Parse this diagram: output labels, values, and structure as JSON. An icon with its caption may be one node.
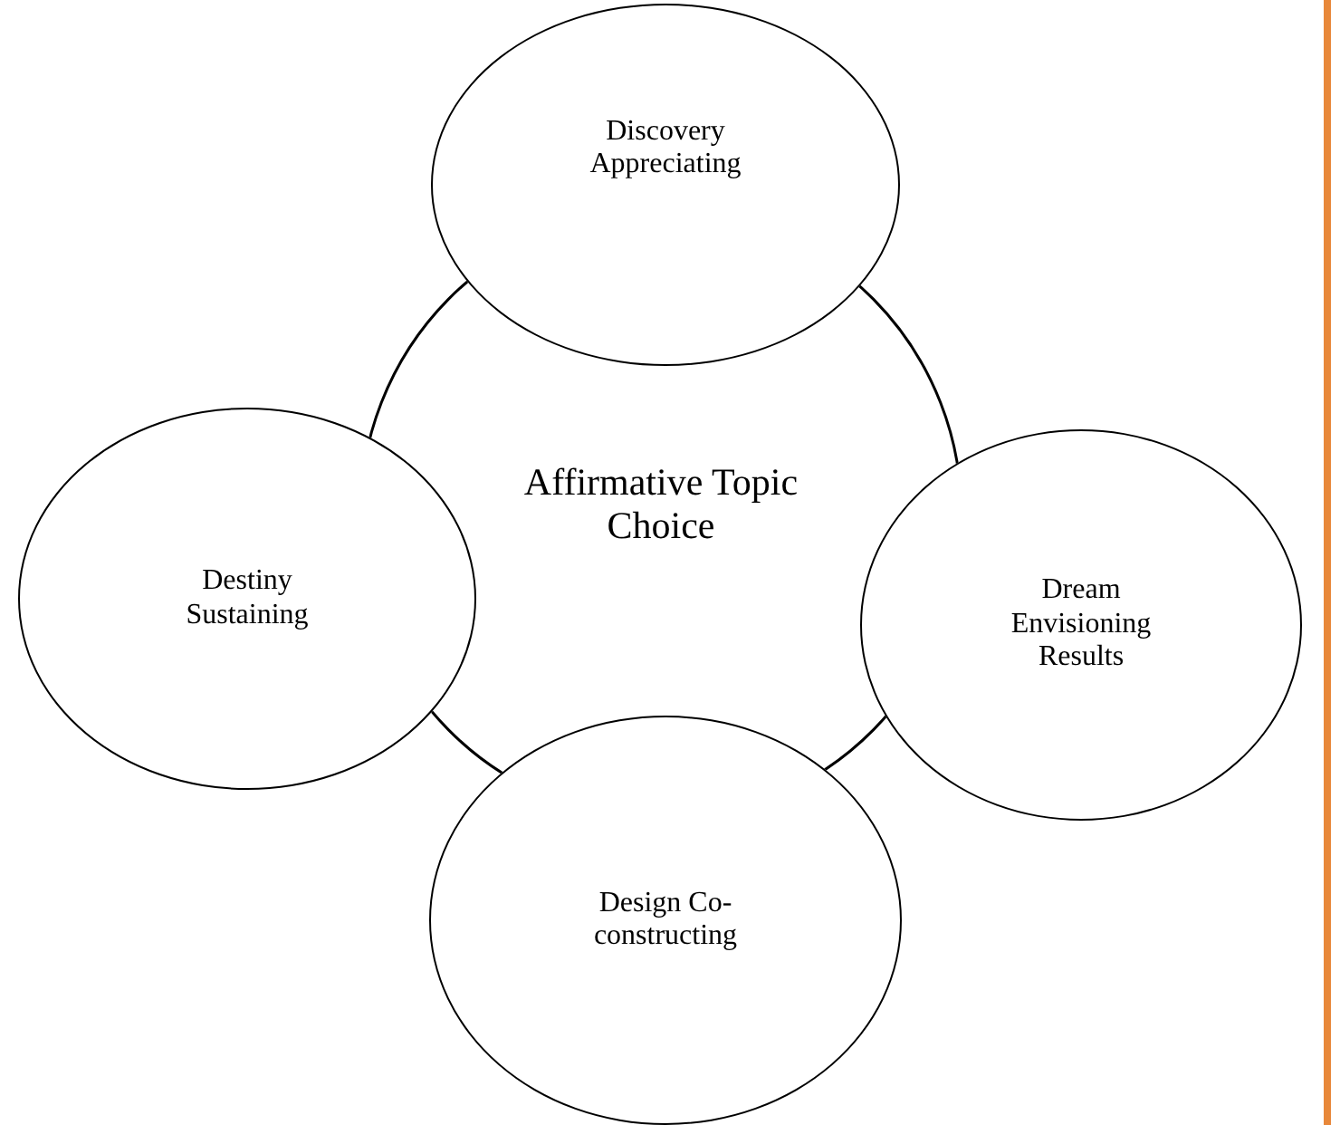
{
  "diagram": {
    "nodes": [
      {
        "text": [
          "Affirmative Topic Choice"
        ]
      },
      {
        "text": [
          "Discovery Appreciating"
        ]
      },
      {
        "text": [
          "Destiny Sustaining"
        ]
      },
      {
        "text": [
          "Dream Envisioning Results"
        ]
      },
      {
        "text": [
          "Design Co-constructing"
        ]
      }
    ],
    "edges": []
  }
}
